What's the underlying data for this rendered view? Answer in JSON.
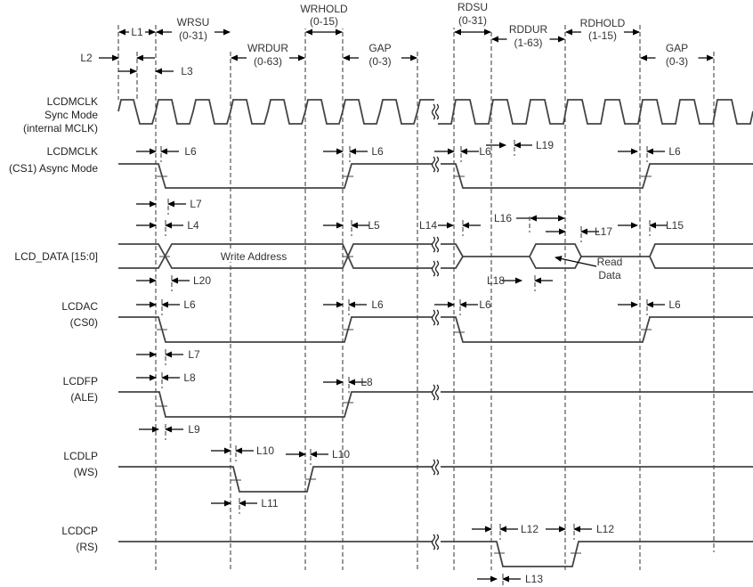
{
  "colors": {
    "line": "#444444",
    "text": "#333333",
    "background": "#ffffff"
  },
  "signals": [
    {
      "lines": [
        "LCDMCLK",
        "Sync Mode",
        "(internal MCLK)"
      ]
    },
    {
      "lines": [
        "LCDMCLK",
        "(CS1) Async Mode"
      ]
    },
    {
      "lines": [
        "LCD_DATA [15:0]"
      ]
    },
    {
      "lines": [
        "LCDAC",
        "(CS0)"
      ]
    },
    {
      "lines": [
        "LCDFP",
        "(ALE)"
      ]
    },
    {
      "lines": [
        "LCDLP",
        "(WS)"
      ]
    },
    {
      "lines": [
        "LCDCP",
        "(RS)"
      ]
    }
  ],
  "intervals": [
    {
      "name": "L1",
      "range": ""
    },
    {
      "name": "WRSU",
      "range": "(0-31)"
    },
    {
      "name": "WRDUR",
      "range": "(0-63)"
    },
    {
      "name": "WRHOLD",
      "range": "(0-15)"
    },
    {
      "name": "GAP",
      "range": "(0-3)"
    },
    {
      "name": "RDSU",
      "range": "(0-31)"
    },
    {
      "name": "RDDUR",
      "range": "(1-63)"
    },
    {
      "name": "RDHOLD",
      "range": "(1-15)"
    },
    {
      "name": "GAP",
      "range": "(0-3)"
    }
  ],
  "annotations": [
    {
      "label": "L2"
    },
    {
      "label": "L3"
    },
    {
      "label": "L6"
    },
    {
      "label": "L6"
    },
    {
      "label": "L6"
    },
    {
      "label": "L19"
    },
    {
      "label": "L6"
    },
    {
      "label": "L7"
    },
    {
      "label": "L4"
    },
    {
      "label": "L5"
    },
    {
      "label": "L14"
    },
    {
      "label": "L16"
    },
    {
      "label": "L17"
    },
    {
      "label": "L15"
    },
    {
      "label": "L20"
    },
    {
      "label": "L18"
    },
    {
      "label": "L6"
    },
    {
      "label": "L6"
    },
    {
      "label": "L6"
    },
    {
      "label": "L6"
    },
    {
      "label": "L7"
    },
    {
      "label": "L8"
    },
    {
      "label": "L8"
    },
    {
      "label": "L9"
    },
    {
      "label": "L10"
    },
    {
      "label": "L10"
    },
    {
      "label": "L11"
    },
    {
      "label": "L12"
    },
    {
      "label": "L12"
    },
    {
      "label": "L13"
    }
  ],
  "data_labels": {
    "write": "Write Address",
    "read": [
      "Read",
      "Data"
    ]
  }
}
